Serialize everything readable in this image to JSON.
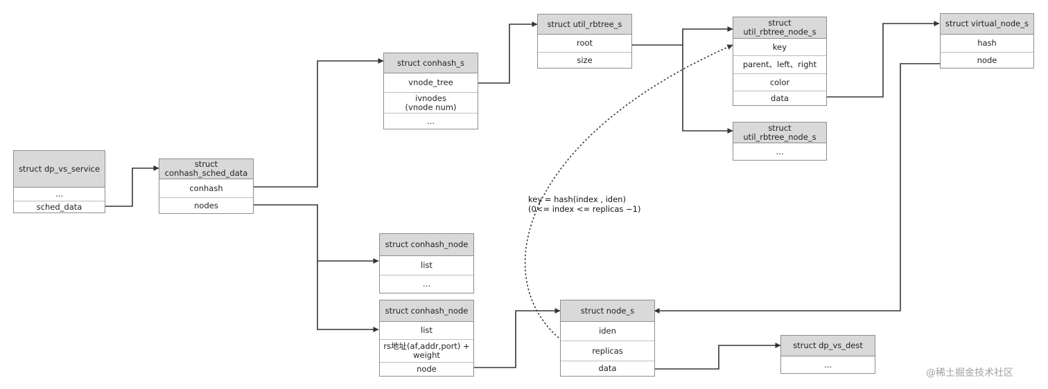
{
  "structs": {
    "dp_vs_service": {
      "title": "struct dp_vs_service",
      "rows": [
        "...",
        "sched_data"
      ]
    },
    "conhash_sched_data": {
      "title": "struct\nconhash_sched_data",
      "rows": [
        "conhash",
        "nodes"
      ]
    },
    "conhash_s": {
      "title": "struct conhash_s",
      "rows": [
        "vnode_tree",
        "ivnodes\n(vnode num)",
        "..."
      ]
    },
    "util_rbtree_s": {
      "title": "struct util_rbtree_s",
      "rows": [
        "root",
        "size"
      ]
    },
    "util_rbtree_node_s_1": {
      "title": "struct util_rbtree_node_s",
      "rows": [
        "key",
        "parent、left、right",
        "color",
        "data"
      ]
    },
    "util_rbtree_node_s_2": {
      "title": "struct util_rbtree_node_s",
      "rows": [
        "..."
      ]
    },
    "virtual_node_s": {
      "title": "struct virtual_node_s",
      "rows": [
        "hash",
        "node"
      ]
    },
    "conhash_node_1": {
      "title": "struct conhash_node",
      "rows": [
        "list",
        "..."
      ]
    },
    "conhash_node_2": {
      "title": "struct conhash_node",
      "rows": [
        "list",
        "rs地址(af,addr,port) +\nweight",
        "node"
      ]
    },
    "node_s": {
      "title": "struct node_s",
      "rows": [
        "iden",
        "replicas",
        "data"
      ]
    },
    "dp_vs_dest": {
      "title": "struct dp_vs_dest",
      "rows": [
        "..."
      ]
    }
  },
  "annotation": {
    "line1": "key = hash(index , iden)",
    "line2": "(0<= index <= replicas −1)"
  },
  "watermark": "@稀土掘金技术社区",
  "colors": {
    "border": "#8c8c8c",
    "header": "#d9d9d9",
    "line": "#333333"
  }
}
